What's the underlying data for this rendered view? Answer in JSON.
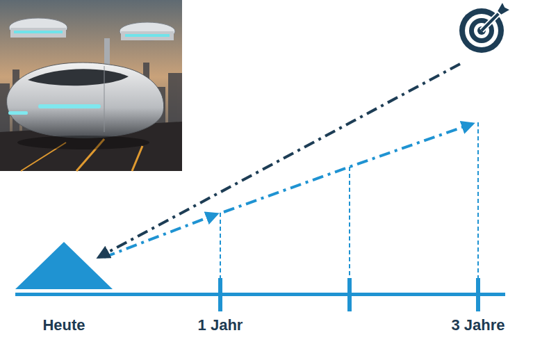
{
  "diagram": {
    "labels": [
      "Heute",
      "1 Jahr",
      "3 Jahre"
    ]
  }
}
